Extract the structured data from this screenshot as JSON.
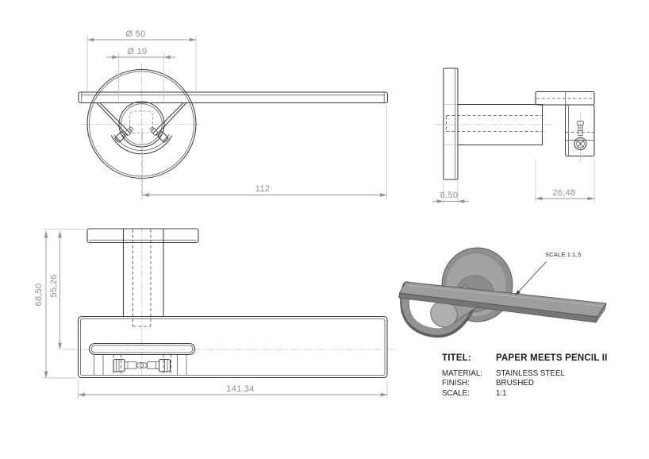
{
  "drawing": {
    "front_view": {
      "dim_outer_dia": "Ø 50",
      "dim_inner_dia": "Ø 19",
      "dim_arm_length": "112"
    },
    "side_view": {
      "dim_plate_thickness": "6,50",
      "dim_bar_width": "26,48"
    },
    "top_view": {
      "dim_overall_depth": "68,50",
      "dim_slot_offset": "55,26",
      "dim_bar_length": "141,34"
    },
    "render_view": {
      "scale_note": "SCALE 1:1,5"
    }
  },
  "title_block": {
    "title_label": "TITEL:",
    "title_value": "PAPER MEETS PENCIL II",
    "rows": [
      {
        "label": "MATERIAL:",
        "value": "STAINLESS STEEL"
      },
      {
        "label": "FINISH:",
        "value": "BRUSHED"
      },
      {
        "label": "SCALE:",
        "value": "1:1"
      }
    ]
  },
  "colors": {
    "edge_line": "#3a3a3a",
    "dimension": "#8f8f8f",
    "centerline": "#c5c5c5",
    "render_fill": "#9b9b9b"
  }
}
